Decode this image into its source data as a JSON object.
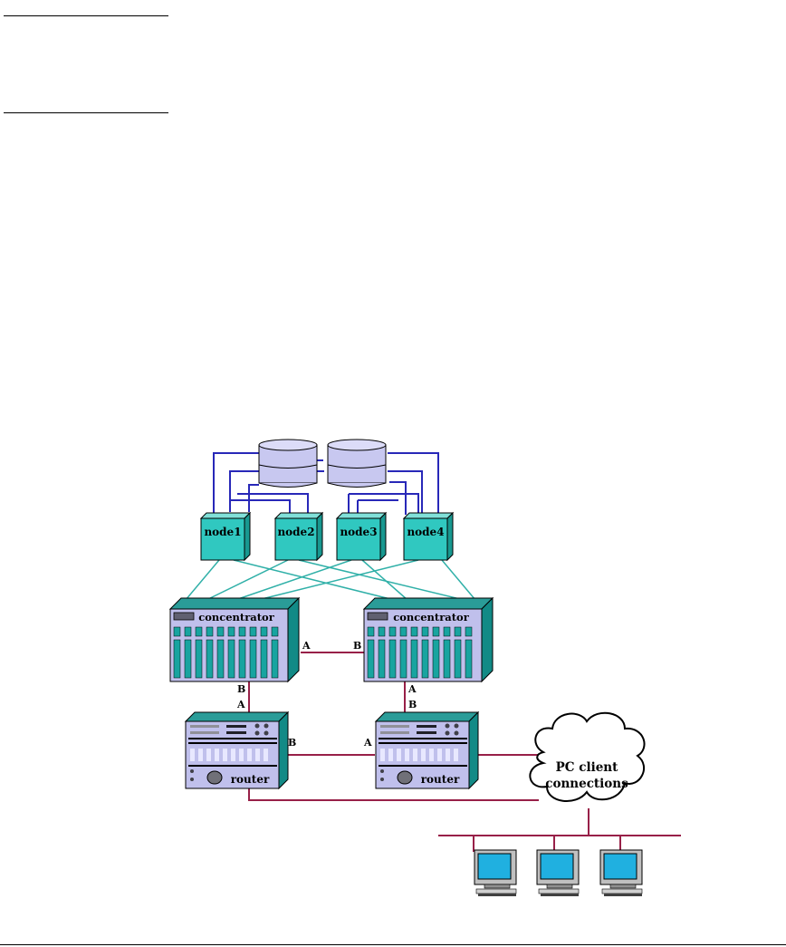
{
  "nodes": [
    {
      "label": "node1"
    },
    {
      "label": "node2"
    },
    {
      "label": "node3"
    },
    {
      "label": "node4"
    }
  ],
  "concentrators": [
    {
      "label": "concentrator"
    },
    {
      "label": "concentrator"
    }
  ],
  "routers": [
    {
      "label": "router"
    },
    {
      "label": "router"
    }
  ],
  "ports": {
    "conc1_right": "A",
    "conc2_left": "B",
    "conc1_bottom": "B",
    "router1_top": "A",
    "conc2_bottom": "A",
    "router2_top": "B",
    "router1_right": "B",
    "router2_left": "A"
  },
  "cloud": {
    "line1": "PC client",
    "line2": "connections"
  },
  "colors": {
    "disk": "#c8c8f0",
    "node": "#30c8c0",
    "chassis": "#c0c0ec",
    "slot": "#18a4a0",
    "blue_link": "#2828b8",
    "teal_link": "#30b0a8",
    "maroon_link": "#982048",
    "monitor": "#20b0e0"
  }
}
